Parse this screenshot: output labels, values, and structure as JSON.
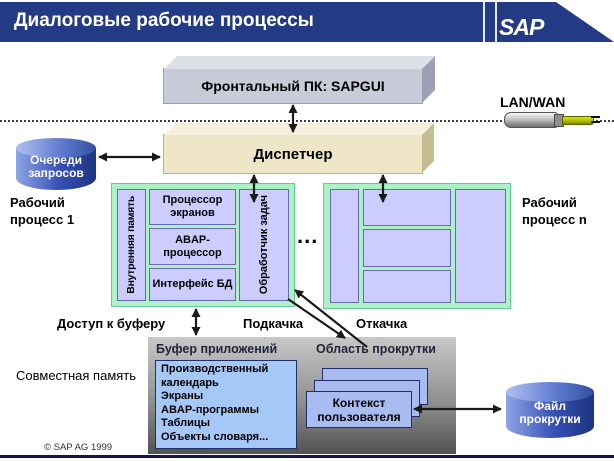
{
  "header": {
    "title": "Диалоговые рабочие процессы",
    "logo": "SAP"
  },
  "network": {
    "frontend": "Фронтальный ПК:  SAPGUI",
    "lan_wan": "LAN/WAN"
  },
  "dispatcher": {
    "label": "Диспетчер"
  },
  "queues": {
    "label": "Очереди запросов"
  },
  "wp1": {
    "label": "Рабочий процесс 1",
    "internal_memory": "Внутренняя память",
    "screen_processor": "Процессор экранов",
    "abap_processor": "ABAP-процессор",
    "db_interface": "Интерфейс БД",
    "task_handler": "Обработчик задач"
  },
  "wpn": {
    "label": "Рабочий процесс n"
  },
  "ellipsis": "...",
  "flows": {
    "buffer_access": "Доступ к буферу",
    "roll_in": "Подкачка",
    "roll_out": "Откачка"
  },
  "shared": {
    "label": "Совместная память",
    "app_buffer": "Буфер приложений",
    "roll_area": "Область прокрутки",
    "buffer_items": [
      "Производственный календарь",
      "Экраны",
      "ABAP-программы",
      "Таблицы",
      "Объекты словаря..."
    ],
    "user_context": "Контекст пользователя"
  },
  "roll_file": {
    "label": "Файл прокрутки"
  },
  "footer": {
    "copyright": "© SAP AG 1999"
  },
  "colors": {
    "header_navy": "#233A85",
    "frontend_gray": "#C8CBD8",
    "dispatcher_cream": "#EEE6C6",
    "work_process_mint": "#ACF2C6",
    "component_periwinkle": "#CCCCFF",
    "cylinder_blue": "#3650B4",
    "buffer_list_blue": "#A6C8F6",
    "context_card_blue": "#A9BCF2",
    "panel_gray_top": "#C8C8C8",
    "panel_gray_bottom": "#525252",
    "arrow_black": "#1A1A1A"
  }
}
